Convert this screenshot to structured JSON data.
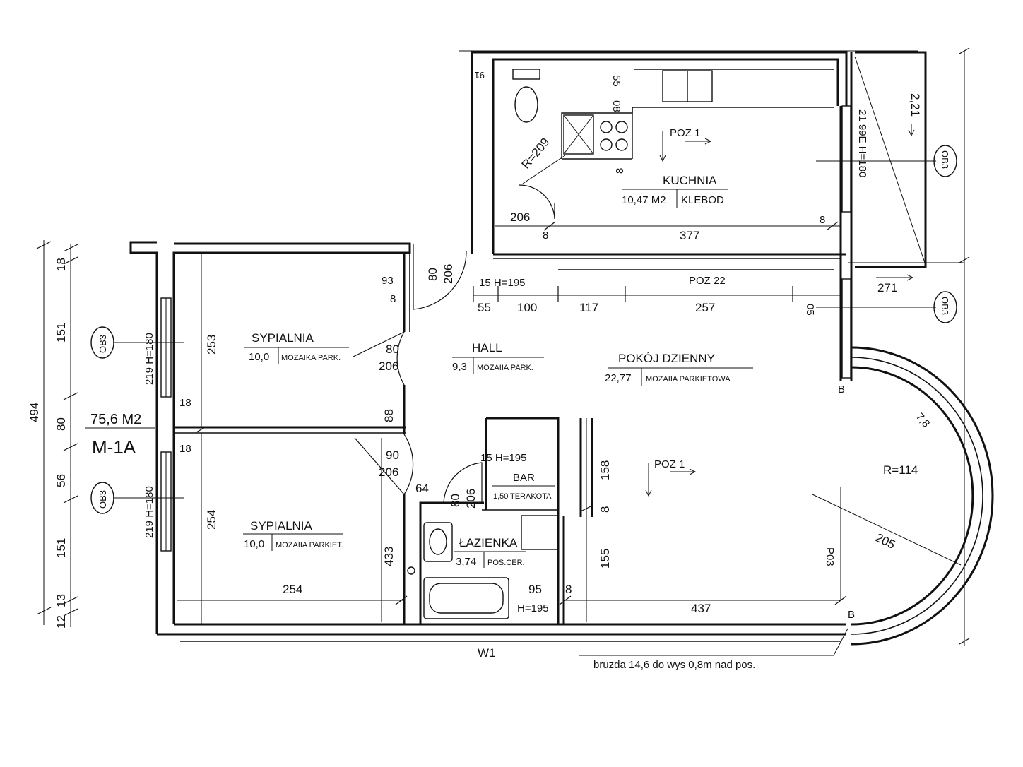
{
  "apartment": {
    "area": "75,6 M2",
    "code": "M-1A"
  },
  "rooms": {
    "kitchen": {
      "name": "KUCHNIA",
      "area": "10,47 M2",
      "floor": "KLEBOD"
    },
    "bedroom1": {
      "name": "SYPIALNIA",
      "area": "10,0",
      "floor": "MOZAIKA PARK."
    },
    "bedroom2": {
      "name": "SYPIALNIA",
      "area": "10,0",
      "floor": "MOZAIIA PARKIET."
    },
    "hall": {
      "name": "HALL",
      "area": "9,3",
      "floor": "MOZAIIA PARK."
    },
    "living": {
      "name": "POKÓJ DZIENNY",
      "area": "22,77",
      "floor": "MOZAIIA PARKIETOWA"
    },
    "bath": {
      "name": "ŁAZIENKA",
      "area": "3,74",
      "floor": "POS.CER."
    },
    "bar": {
      "name": "BAR",
      "area": "1,50",
      "floor": "TERAKOTA"
    }
  },
  "labels": {
    "poz1_kitchen": "POZ 1",
    "poz1_living": "POZ 1",
    "poz22": "POZ 22",
    "w1": "W1",
    "note": "bruzda 14,6  do wys 0,8m nad pos.",
    "r209": "R=209",
    "r114": "R=114",
    "r205": "205",
    "h195_hall": "15 H=195",
    "h195_bar": "15 H=195",
    "h195_bath": "H=195",
    "win_left1": "219 H=180",
    "win_left2": "219 H=180",
    "win_kitchen": "21 99E H=180",
    "ob3_a": "OB3",
    "ob3_b": "OB3",
    "ob3_c": "OB3",
    "ob3_d": "OB3",
    "p03": "P03",
    "b1": "B",
    "b2": "B",
    "v221": "2,21",
    "n78": "7,8",
    "n16": "91",
    "n55": "55",
    "n08": "08",
    "n8k": "8",
    "n05": "05"
  },
  "dims": {
    "left": [
      "18",
      "151",
      "80",
      "56",
      "151",
      "13",
      "12"
    ],
    "left_total": "494",
    "d253": "253",
    "d254a": "254",
    "d254b": "254",
    "d18a": "18",
    "d18b": "18",
    "d93": "93",
    "d8a": "8",
    "d80a": "80",
    "d206a": "206",
    "d80b": "80",
    "d206b": "206",
    "d88": "88",
    "d90": "90",
    "d206c": "206",
    "d64": "64",
    "d80c": "80",
    "d206d": "206",
    "d433": "433",
    "d95": "95",
    "d8b": "8",
    "d437": "437",
    "d158": "158",
    "d8c": "8",
    "d155": "155",
    "d206e": "206",
    "d8d": "8",
    "d377": "377",
    "d8e": "8",
    "row": [
      "55",
      "100",
      "117",
      "257"
    ],
    "d271": "271"
  }
}
